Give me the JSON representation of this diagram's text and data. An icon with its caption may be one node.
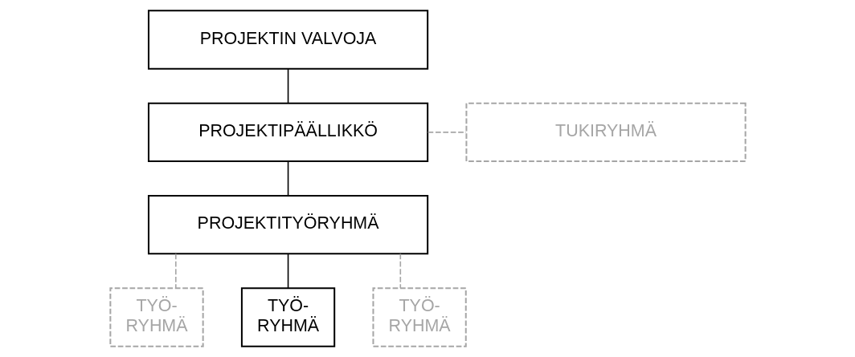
{
  "diagram": {
    "nodes": [
      {
        "text": [
          "PROJEKTIN VALVOJA"
        ]
      },
      {
        "text": [
          "PROJEKTIPÄÄLLIKKÖ"
        ]
      },
      {
        "text": [
          "TUKIRYHMÄ"
        ]
      },
      {
        "text": [
          "PROJEKTITYÖRYHMÄ"
        ]
      },
      {
        "text": [
          "TYÖ- RYHMÄ"
        ]
      },
      {
        "text": [
          "TYÖ- RYHMÄ"
        ]
      },
      {
        "text": [
          "TYÖ- RYHMÄ"
        ]
      }
    ],
    "edges": [
      {
        "from": 0,
        "to": 1,
        "arrow": "none"
      },
      {
        "from": 1,
        "to": 2,
        "arrow": "none",
        "style": "dashed",
        "color": "#a6a6a6"
      },
      {
        "from": 1,
        "to": 3,
        "arrow": "none"
      },
      {
        "from": 3,
        "to": 4,
        "arrow": "none",
        "style": "dashed",
        "color": "#a6a6a6"
      },
      {
        "from": 3,
        "to": 5,
        "arrow": "none"
      },
      {
        "from": 3,
        "to": 6,
        "arrow": "none",
        "style": "dashed",
        "color": "#a6a6a6"
      }
    ]
  }
}
